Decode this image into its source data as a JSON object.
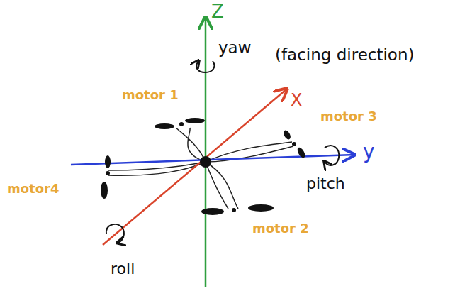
{
  "diagram": {
    "labels": [
      "Z",
      "yaw",
      "(facing direction)",
      "motor 1",
      "X",
      "motor 3",
      "y",
      "pitch",
      "motor4",
      "motor 2",
      "roll"
    ]
  }
}
